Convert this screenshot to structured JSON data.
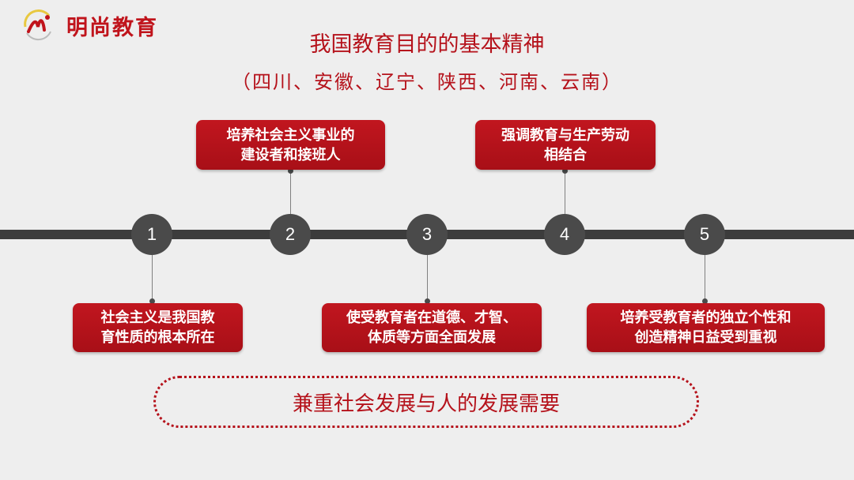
{
  "header": {
    "logo_text": "明尚教育",
    "logo_icon": "mingshang-logo-icon",
    "title": "我国教育目的的基本精神",
    "subtitle": "（四川、安徽、辽宁、陕西、河南、云南）"
  },
  "colors": {
    "accent_red": "#b5121b",
    "node_gray": "#4a4a4a",
    "timeline_gray": "#3c3c3c",
    "background": "#eeeeee"
  },
  "timeline": {
    "nodes": [
      {
        "number": "1",
        "position": "below",
        "lines": [
          "社会主义是我国教",
          "育性质的根本所在"
        ]
      },
      {
        "number": "2",
        "position": "above",
        "lines": [
          "培养社会主义事业的",
          "建设者和接班人"
        ]
      },
      {
        "number": "3",
        "position": "below",
        "lines": [
          "使受教育者在道德、才智、",
          "体质等方面全面发展"
        ]
      },
      {
        "number": "4",
        "position": "above",
        "lines": [
          "强调教育与生产劳动",
          "相结合"
        ]
      },
      {
        "number": "5",
        "position": "below",
        "lines": [
          "培养受教育者的独立个性和",
          "创造精神日益受到重视"
        ]
      }
    ]
  },
  "summary": {
    "text": "兼重社会发展与人的发展需要"
  }
}
